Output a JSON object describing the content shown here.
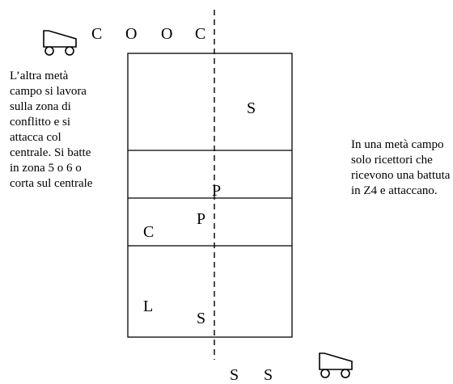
{
  "diagram": {
    "court_letters": {
      "top_row": [
        "C",
        "O",
        "O",
        "C"
      ],
      "zone_top": "S",
      "mid_p1": "P",
      "mid_p2": "P",
      "zone_c": "C",
      "zone_l": "L",
      "zone_s": "S",
      "bottom_row": [
        "S",
        "S"
      ]
    },
    "notes": {
      "left": "L’altra metà campo si lavora sulla zona di conflitto e si attacca col centrale. Si batte in zona 5 o 6 o corta sul centrale",
      "right": "In una metà campo solo ricettori che ricevono una battuta in Z4 e attaccano."
    }
  }
}
